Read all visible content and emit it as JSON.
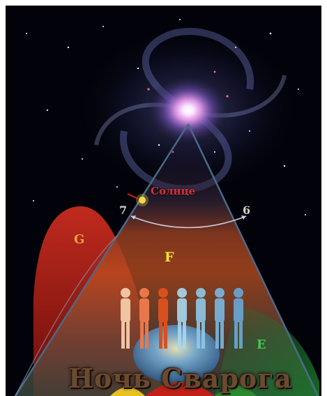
{
  "labels": {
    "sun": "Солнце",
    "point_7": "7",
    "point_6": "6",
    "zone_g": "G",
    "zone_f": "F",
    "zone_e": "E"
  },
  "title": "Ночь Сварога",
  "colors": {
    "background": "#02030a",
    "galaxy_core": "#fff6ff",
    "galaxy_arm": "#6a78c8",
    "zone_g": "#a82018",
    "zone_f": "#c84a1a",
    "zone_e": "#1e6a2a",
    "sun": "#f6d84a",
    "bottom_yellow": "#e8c020",
    "bottom_red": "#c02018",
    "bottom_green": "#2a8a30"
  }
}
